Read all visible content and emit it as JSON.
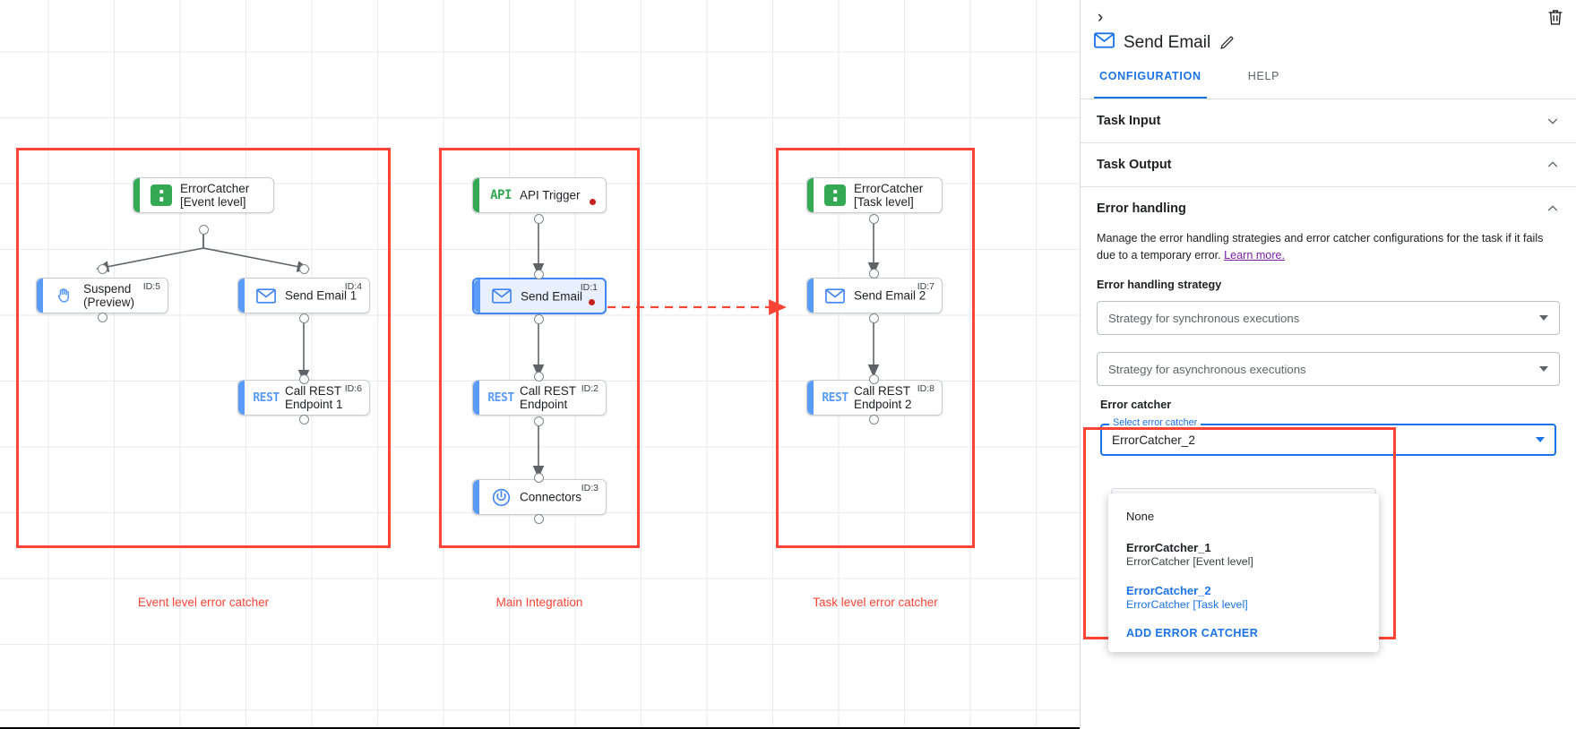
{
  "canvas": {
    "groups": [
      {
        "caption": "Event level error catcher"
      },
      {
        "caption": "Main Integration"
      },
      {
        "caption": "Task level error catcher"
      }
    ],
    "nodes": [
      {
        "id": "n-errorcatcher-event",
        "label": "ErrorCatcher\n[Event level]",
        "icon": "error-catcher-icon",
        "idtag": "",
        "kind": "green"
      },
      {
        "id": "n-suspend",
        "label": "Suspend\n(Preview)",
        "icon": "hand-icon",
        "idtag": "ID:5",
        "kind": "blue"
      },
      {
        "id": "n-send-email-1",
        "label": "Send Email 1",
        "icon": "email-icon",
        "idtag": "ID:4",
        "kind": "blue"
      },
      {
        "id": "n-call-rest-1",
        "label": "Call REST\nEndpoint 1",
        "icon": "rest-icon",
        "idtag": "ID:6",
        "kind": "blue"
      },
      {
        "id": "n-api-trigger",
        "label": "API Trigger",
        "icon": "api-icon",
        "idtag": "",
        "kind": "green"
      },
      {
        "id": "n-send-email",
        "label": "Send Email",
        "icon": "email-icon",
        "idtag": "ID:1",
        "kind": "blue"
      },
      {
        "id": "n-call-rest",
        "label": "Call REST\nEndpoint",
        "icon": "rest-icon",
        "idtag": "ID:2",
        "kind": "blue"
      },
      {
        "id": "n-connectors",
        "label": "Connectors",
        "icon": "connectors-icon",
        "idtag": "ID:3",
        "kind": "blue"
      },
      {
        "id": "n-errorcatcher-task",
        "label": "ErrorCatcher\n[Task level]",
        "icon": "error-catcher-icon",
        "idtag": "",
        "kind": "green"
      },
      {
        "id": "n-send-email-2",
        "label": "Send Email 2",
        "icon": "email-icon",
        "idtag": "ID:7",
        "kind": "blue"
      },
      {
        "id": "n-call-rest-2",
        "label": "Call REST\nEndpoint 2",
        "icon": "rest-icon",
        "idtag": "ID:8",
        "kind": "blue"
      }
    ],
    "colors": {
      "group_outline": "#ff4436",
      "green_accent": "#34a853",
      "blue_accent": "#5b9bf8",
      "selected_border": "#4285f4",
      "error_dot": "#c5221f"
    }
  },
  "panel": {
    "title": "Send Email",
    "title_icon": "email-icon",
    "edit_icon": "pencil-icon",
    "delete_icon": "trash-icon",
    "collapse_icon": "chevron-right-icon",
    "tabs": [
      {
        "label": "CONFIGURATION",
        "active": true
      },
      {
        "label": "HELP",
        "active": false
      }
    ],
    "sections": [
      {
        "title": "Task Input",
        "expanded": false
      },
      {
        "title": "Task Output",
        "expanded": true
      },
      {
        "title": "Error handling",
        "expanded": true
      }
    ],
    "error_handling": {
      "description": "Manage the error handling strategies and error catcher configurations for the task if it fails due to a temporary error.",
      "learn_more": "Learn more.",
      "strategy_label": "Error handling strategy",
      "sync_select_placeholder": "Strategy for synchronous executions",
      "async_select_placeholder": "Strategy for asynchronous executions"
    },
    "error_catcher": {
      "title": "Error catcher",
      "field_legend": "Select error catcher",
      "field_value": "ErrorCatcher_2",
      "menu": {
        "options": [
          {
            "main": "None",
            "sub": "",
            "selected": false,
            "bold": false
          },
          {
            "main": "ErrorCatcher_1",
            "sub": "ErrorCatcher [Event level]",
            "selected": false,
            "bold": true
          },
          {
            "main": "ErrorCatcher_2",
            "sub": "ErrorCatcher [Task level]",
            "selected": true,
            "bold": true
          }
        ],
        "action": "ADD ERROR CATCHER"
      }
    }
  }
}
